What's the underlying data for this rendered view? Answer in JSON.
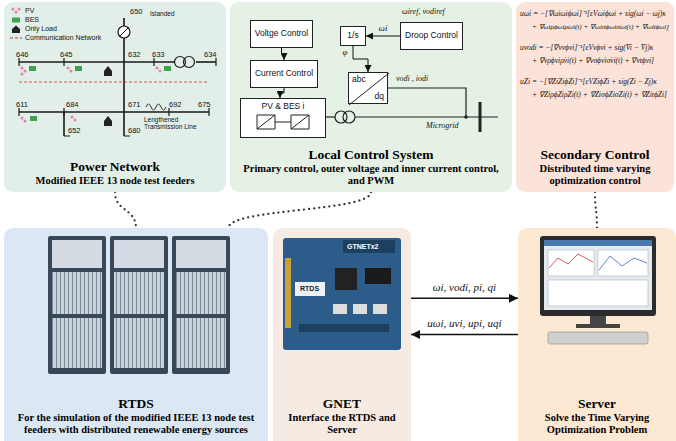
{
  "diagram": {
    "nodes": [
      {
        "text": [
          "Power Network",
          "Modified IEEE 13 node test feeders"
        ]
      },
      {
        "text": [
          "Local Control System",
          "Primary control, outer voltage and inner current control, and PWM"
        ]
      },
      {
        "text": [
          "Voltge Control"
        ],
        "in": 1
      },
      {
        "text": [
          "Current Control"
        ],
        "in": 1
      },
      {
        "text": [
          "1/s"
        ],
        "in": 1
      },
      {
        "text": [
          "Droop Control"
        ],
        "in": 1
      },
      {
        "text": [
          "abc",
          "dq"
        ],
        "in": 1
      },
      {
        "text": [
          "PV & BES i"
        ],
        "in": 1
      },
      {
        "text": [
          "Secondary Control",
          "Distributed time varying optimization control"
        ]
      },
      {
        "text": [
          "RTDS",
          "For the simulation of the modified IEEE 13 node test feeders with distributed renewable energy sources"
        ]
      },
      {
        "text": [
          "GNET",
          "Interface the RTDS and Server"
        ]
      },
      {
        "text": [
          "Server",
          "Solve the Time Varying Optimization Problem"
        ]
      }
    ],
    "edges": [
      {
        "from": 2,
        "to": 3,
        "arrow": "to"
      },
      {
        "from": 5,
        "to": 4,
        "arrow": "to",
        "label": "ωi"
      },
      {
        "from": 4,
        "to": 6,
        "arrow": "to",
        "label": "φ"
      },
      {
        "from": 3,
        "to": 7,
        "arrow": "to"
      },
      {
        "from": 10,
        "to": 11,
        "arrow": "to",
        "label": "ωi, vodi, pi, qi"
      },
      {
        "from": 11,
        "to": 10,
        "arrow": "to",
        "label": "uωi, uvi, upi, uqi"
      },
      {
        "from": 0,
        "to": 9,
        "arrow": "none"
      },
      {
        "from": 1,
        "to": 9,
        "arrow": "none"
      },
      {
        "from": 8,
        "to": 11,
        "arrow": "none"
      }
    ],
    "labels": [
      "650",
      "646",
      "645",
      "632",
      "633",
      "634",
      "611",
      "684",
      "671",
      "692",
      "675",
      "652",
      "680",
      "Islanded",
      "Lengthened Transmission Line",
      "ωiref, vodiref",
      "vodi , iodi",
      "Microgrid",
      "uωi = −[∇ωiωiϕωi]⁻¹[εVωiϕωi + sig(ωi − ωj)κ",
      "+ ∇ωiρϕωiρ̇ωi(t) + ∇ωiσϕωiσ̇ωi(t) + ∇ωitϕωi]",
      "uvodi = −[∇vvϕvi]⁻¹[εVvϕvi + sig(V̄i − V̄j)κ",
      "+ ∇vρϕviρ̇vi(t) + ∇vσϕviσ̇vi(t) + ∇vtϕvi]",
      "uZi = −[∇ZiZiϕZi]⁻¹[εVZiϕZi + sig(Zi − Zj)κ",
      "+ ∇ZiρϕZiρ̇Zi(t) + ∇ZiσϕZiσ̇Zi(t) + ∇ZitϕZi]",
      "GTNETx2",
      "RTDS"
    ],
    "legend": [
      {
        "text": "PV"
      },
      {
        "text": "BES"
      },
      {
        "text": "Only Load"
      },
      {
        "text": "Communication Network"
      }
    ]
  }
}
